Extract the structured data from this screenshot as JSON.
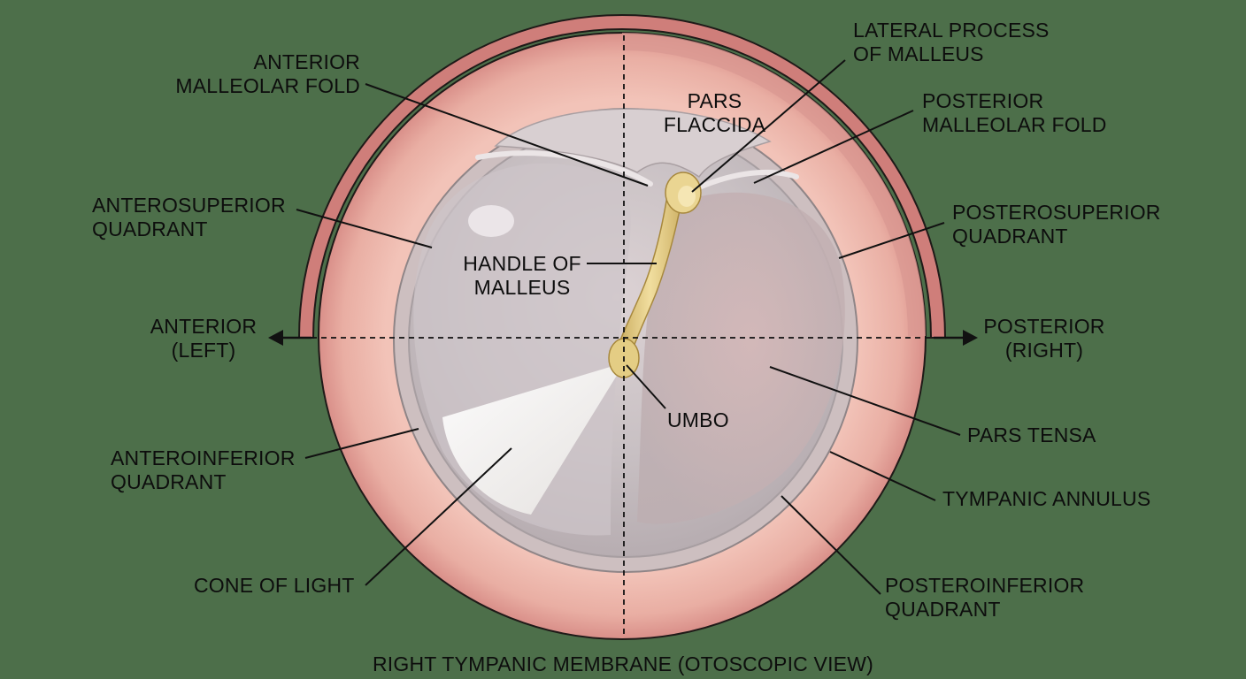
{
  "caption": "RIGHT TYMPANIC MEMBRANE (OTOSCOPIC VIEW)",
  "labels": {
    "anterior_malleolar_fold": "ANTERIOR\nMALLEOLAR FOLD",
    "lateral_process": "LATERAL PROCESS\nOF MALLEUS",
    "pars_flaccida": "PARS\nFLACCIDA",
    "posterior_malleolar_fold": "POSTERIOR\nMALLEOLAR FOLD",
    "anterosuperior": "ANTEROSUPERIOR\nQUADRANT",
    "posterosuperior": "POSTEROSUPERIOR\nQUADRANT",
    "handle_of_malleus": "HANDLE OF\nMALLEUS",
    "anterior": "ANTERIOR\n(LEFT)",
    "posterior": "POSTERIOR\n(RIGHT)",
    "umbo": "UMBO",
    "pars_tensa": "PARS TENSA",
    "anteroinferior": "ANTEROINFERIOR\nQUADRANT",
    "tympanic_annulus": "TYMPANIC ANNULUS",
    "cone_of_light": "CONE OF LIGHT",
    "posteroinferior": "POSTEROINFERIOR\nQUADRANT"
  },
  "colors": {
    "background": "#4d6f4a",
    "canal_wall": "#ebb2a8",
    "canal_outer": "#cf7e7a",
    "annulus": "#cdbfc0",
    "membrane": "#c9c3c6",
    "malleus": "#e6cf8f",
    "cone_of_light": "#f3f2f0"
  }
}
